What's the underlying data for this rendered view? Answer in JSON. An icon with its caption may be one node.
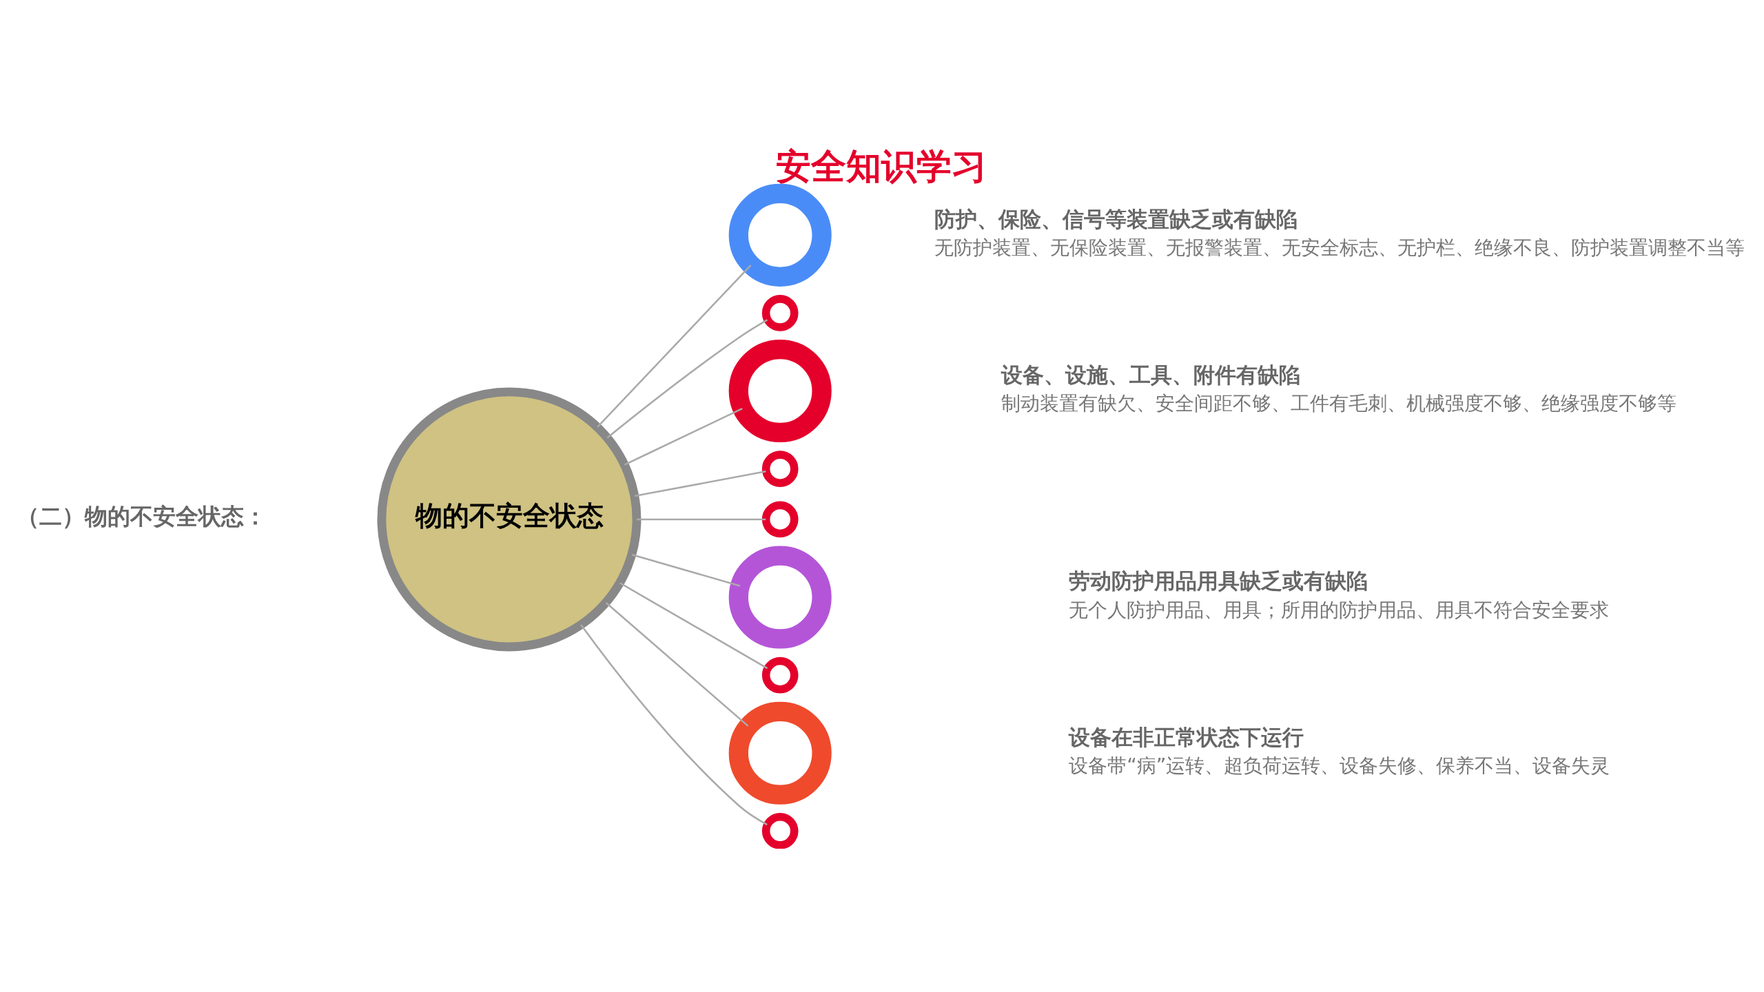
{
  "diagram": {
    "title": "安全知识学习",
    "nodes": [
      {
        "text": [
          "物的不安全状态"
        ]
      },
      {
        "text": [],
        "shape": "circle",
        "beside": [
          "防护、保险、信号等装置缺乏或有缺陷",
          "无防护装置、无保险装置、无报警装置、无安全标志、无护栏、绝缘不良、防护装置调整不当等"
        ]
      },
      {
        "text": [],
        "shape": "circle"
      },
      {
        "text": [],
        "shape": "circle",
        "beside": [
          "设备、设施、工具、附件有缺陷",
          "制动装置有缺欠、安全间距不够、工件有毛刺、机械强度不够、绝缘强度不够等"
        ]
      },
      {
        "text": [],
        "shape": "circle"
      },
      {
        "text": [],
        "shape": "circle"
      },
      {
        "text": [],
        "shape": "circle",
        "beside": [
          "劳动防护用品用具缺乏或有缺陷",
          "无个人防护用品、用具；所用的防护用品、用具不符合安全要求"
        ]
      },
      {
        "text": [],
        "shape": "circle"
      },
      {
        "text": [],
        "shape": "circle",
        "beside": [
          "设备在非正常状态下运行",
          "设备带“病”运转、超负荷运转、设备失修、保养不当、设备失灵"
        ]
      },
      {
        "text": [],
        "shape": "circle"
      }
    ],
    "edges": [
      {
        "from": 0,
        "to": 1,
        "arrow": "none"
      },
      {
        "from": 0,
        "to": 2,
        "arrow": "none"
      },
      {
        "from": 0,
        "to": 3,
        "arrow": "none"
      },
      {
        "from": 0,
        "to": 4,
        "arrow": "none"
      },
      {
        "from": 0,
        "to": 5,
        "arrow": "none"
      },
      {
        "from": 0,
        "to": 6,
        "arrow": "none"
      },
      {
        "from": 0,
        "to": 7,
        "arrow": "none"
      },
      {
        "from": 0,
        "to": 8,
        "arrow": "none"
      },
      {
        "from": 0,
        "to": 9,
        "arrow": "none"
      }
    ],
    "labels": [
      "（二）物的不安全状态："
    ]
  }
}
